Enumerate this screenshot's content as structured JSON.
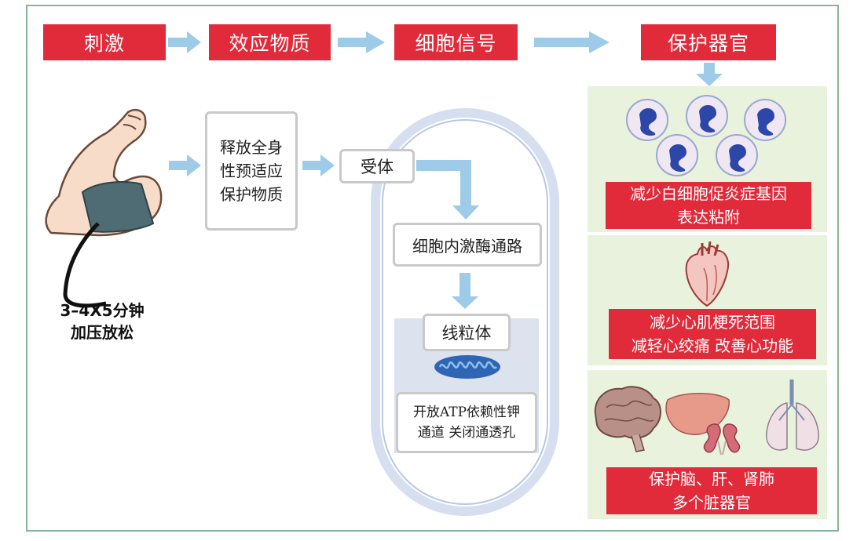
{
  "headers": {
    "stimulus": "刺激",
    "effector": "效应物质",
    "signal": "细胞信号",
    "organ": "保护器官"
  },
  "arm_caption": {
    "line1": "3–4X5分钟",
    "line2": "加压放松"
  },
  "release_box": {
    "line1": "释放全身",
    "line2": "性预适应",
    "line3": "保护物质"
  },
  "receptor_label": "受体",
  "kinase_label": "细胞内激酶通路",
  "mito_label": "线粒体",
  "channel_box": {
    "line1": "开放ATP依赖性钾",
    "line2": "通道 关闭通透孔"
  },
  "outcomes": [
    {
      "line1": "减少白细胞促炎症基因",
      "line2": "表达粘附"
    },
    {
      "line1": "减少心肌梗死范围",
      "line2": "减轻心绞痛 改善心功能"
    },
    {
      "line1": "保护脑、肝、肾肺",
      "line2": "多个脏器官"
    }
  ],
  "colors": {
    "header_red": "#e12a3a",
    "arrow_blue": "#9ecbe8",
    "panel_green": "#e9f2dc",
    "frame_green": "#86b59a",
    "cell_outline": "#c7d3e8",
    "mito_blue": "#2f66b3"
  },
  "icons": [
    "flexed-arm-icon",
    "blood-pressure-cuff-icon",
    "neutrophil-icon",
    "heart-icon",
    "brain-icon",
    "liver-icon",
    "kidney-icon",
    "lungs-icon",
    "mitochondrion-icon"
  ]
}
